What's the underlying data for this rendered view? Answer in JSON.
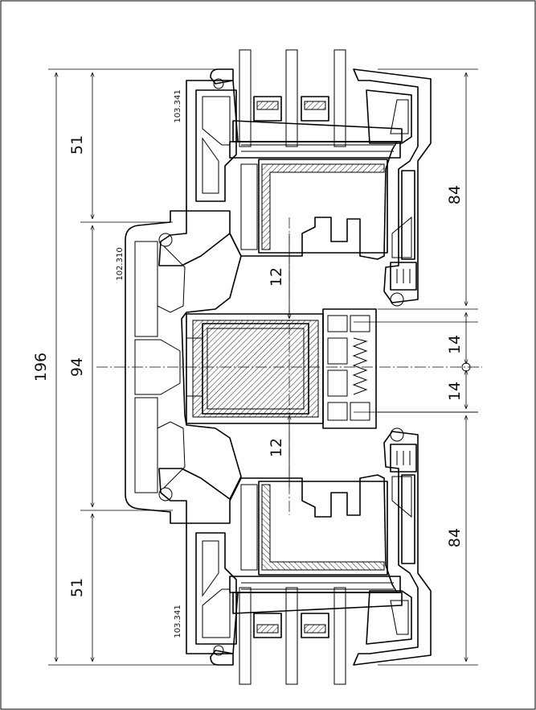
{
  "dimensions": {
    "total": "196",
    "middle": "94",
    "top_left": "51",
    "bottom_left": "51",
    "top_right": "84",
    "bottom_right": "84",
    "center_upper": "14",
    "center_lower": "14",
    "gap_upper": "12",
    "gap_lower": "12"
  },
  "profiles": {
    "top_sash": "103.341",
    "frame": "102.310",
    "bottom_sash": "103.341"
  },
  "colors": {
    "line": "#000000",
    "background": "#ffffff"
  }
}
